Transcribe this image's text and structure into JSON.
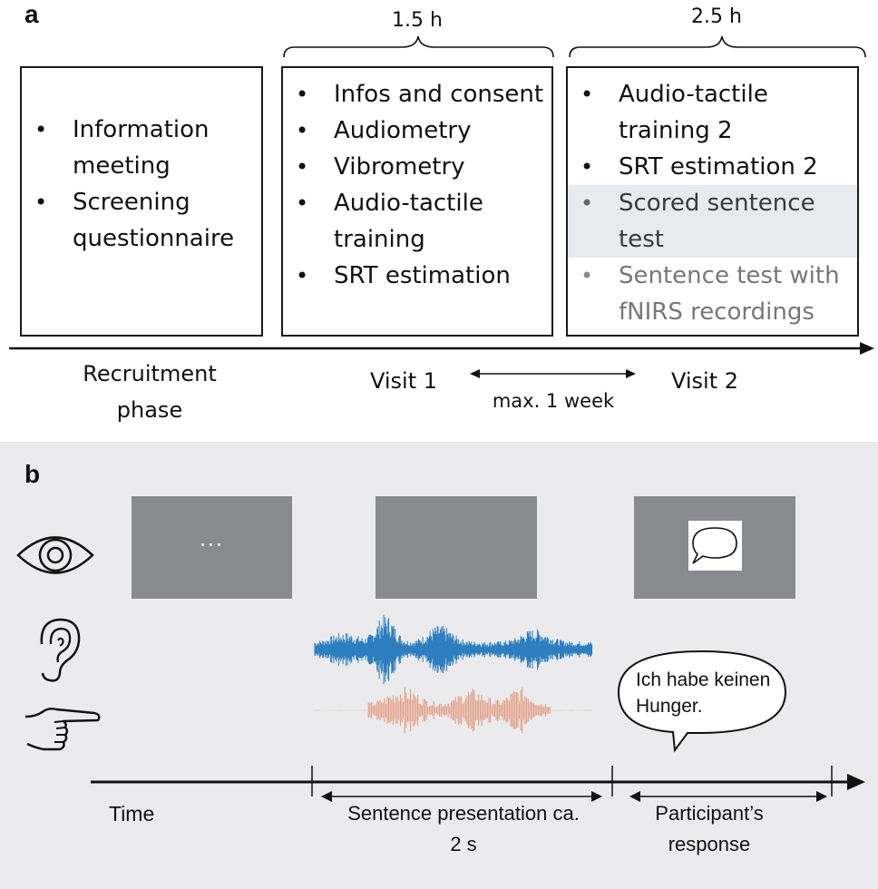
{
  "panel_a": {
    "label": "a",
    "durations": [
      "1.5 h",
      "2.5 h"
    ],
    "phases": [
      {
        "name": "Recruitment phase",
        "items": [
          "Information meeting",
          "Screening questionnaire"
        ]
      },
      {
        "name": "Visit 1",
        "items": [
          "Infos and consent",
          "Audiometry",
          "Vibrometry",
          "Audio-tactile training",
          "SRT estimation"
        ]
      },
      {
        "name": "Visit 2",
        "items": [
          "Audio-tactile training 2",
          "SRT estimation 2",
          "Scored sentence test",
          "Sentence test with fNIRS recordings"
        ]
      }
    ],
    "interval_label": "max. 1 week"
  },
  "panel_b": {
    "label": "b",
    "screen_dots": "...",
    "speech_bubble": "Ich habe keinen Hunger.",
    "time_label": "Time",
    "segments": [
      "Sentence presentation ca. 2 s",
      "Participant’s response"
    ]
  },
  "icons": [
    "eye-icon",
    "ear-icon",
    "pointing-hand-icon",
    "speech-bubble-icon"
  ],
  "colors": {
    "audio_waveform": "#2e7fc0",
    "tactile_waveform": "#e3967a",
    "screen_gray": "#898a8e",
    "highlight_row": "#e7eaf0",
    "panel_b_background": "#ebebed"
  }
}
